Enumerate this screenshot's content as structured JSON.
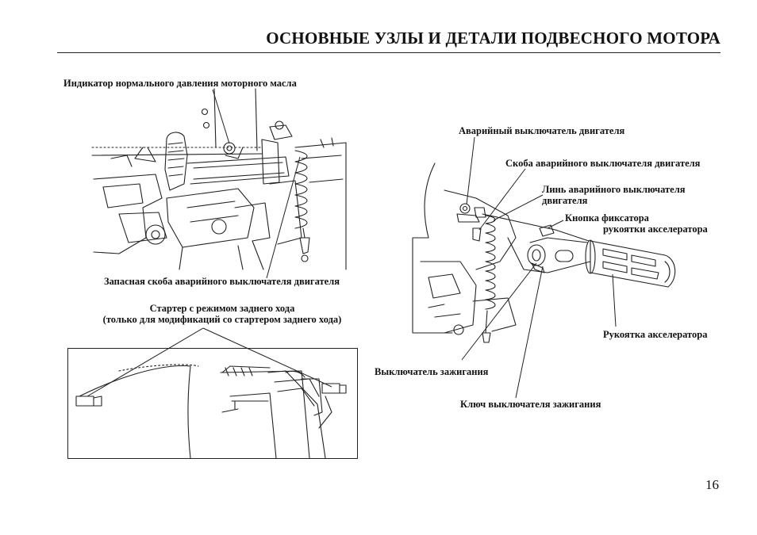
{
  "page": {
    "title": "ОСНОВНЫЕ УЗЛЫ И ДЕТАЛИ ПОДВЕСНОГО МОТОРА",
    "page_number": "16"
  },
  "labels": {
    "oil_indicator": "Индикатор нормального давления моторного масла",
    "spare_clip": "Запасная скоба аварийного выключателя двигателя",
    "starter_line1": "Стартер с режимом заднего хода",
    "starter_line2": "(только для модификаций со стартером заднего хода)",
    "emergency_switch": "Аварийный выключатель двигателя",
    "emergency_clip": "Скоба аварийного выключателя двигателя",
    "lanyard_line1": "Линь аварийного выключателя",
    "lanyard_line2": "двигателя",
    "lock_button_line1": "Кнопка фиксатора",
    "lock_button_line2": "рукоятки акселератора",
    "throttle_grip": "Рукоятка акселератора",
    "ignition_switch": "Выключатель зажигания",
    "ignition_key": "Ключ выключателя зажигания"
  }
}
